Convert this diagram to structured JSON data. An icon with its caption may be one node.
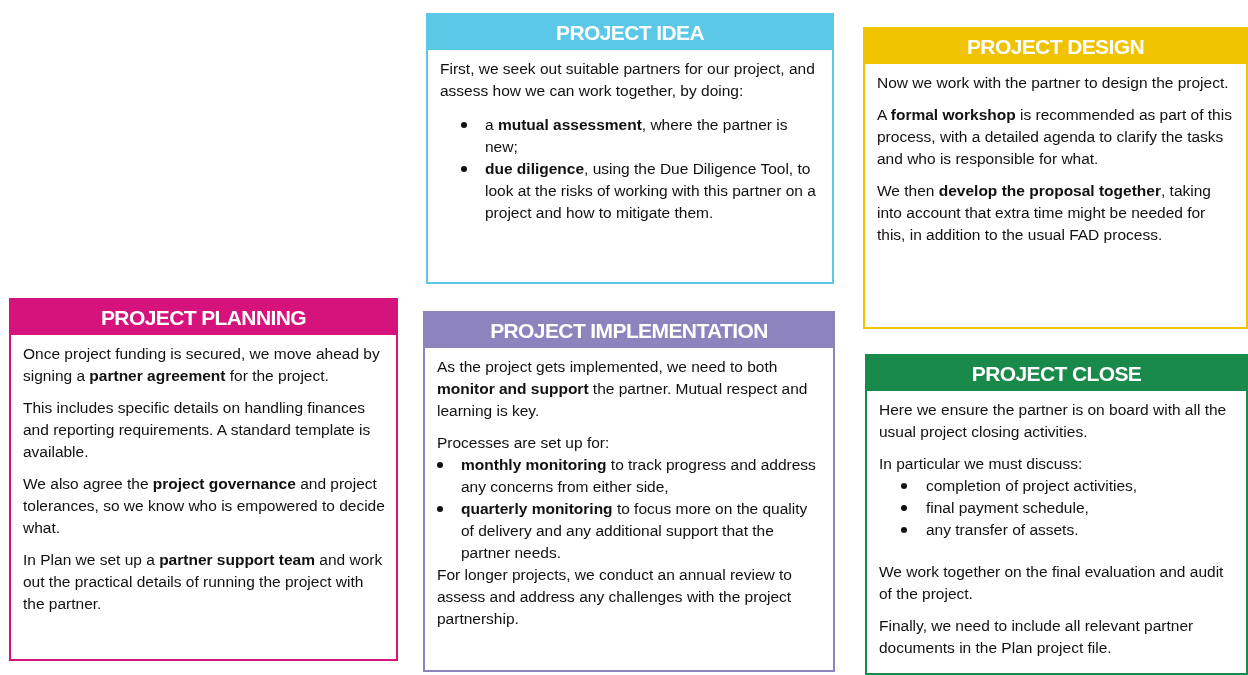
{
  "diagram": {
    "nodes": [
      {
        "text": [
          "PROJECT IDEA",
          "First, we seek out suitable partners for our project, and assess how we can work together, by doing:",
          "a **mutual assessment**, where the partner is new;",
          "**due diligence**, using the Due Diligence Tool, to look at the risks of working with this partner on a project and how to mitigate them."
        ]
      },
      {
        "text": [
          "PROJECT DESIGN",
          "Now we work with the partner to design the project.",
          "A **formal workshop** is recommended as part of this process, with a detailed agenda to clarify the tasks and who is responsible for what.",
          "We then **develop the proposal together**, taking into account that extra time might be needed for this, in addition to the usual FAD process."
        ]
      },
      {
        "text": [
          "PROJECT PLANNING",
          "Once project funding is secured, we move ahead by signing a **partner agreement** for the project.",
          "This includes specific details on handling finances and reporting requirements. A standard template is available.",
          "We also agree the **project governance** and project tolerances, so we know who is empowered to decide what.",
          "In Plan we set up a **partner support team** and work out the practical details of running the project with the partner."
        ]
      },
      {
        "text": [
          "PROJECT IMPLEMENTATION",
          "As the project gets implemented, we need to both **monitor and support** the partner. Mutual respect and learning is key.",
          "Processes are set up for:",
          "**monthly monitoring** to track progress and address any concerns from either side,",
          "**quarterly monitoring** to focus more on the quality of delivery and any additional support that the partner needs.",
          "For longer projects, we conduct an annual review to assess and address any challenges with the project partnership."
        ]
      },
      {
        "text": [
          "PROJECT CLOSE",
          "Here we ensure the partner is on board with all the usual project closing activities.",
          "In particular we must discuss:",
          "completion of project activities,",
          "final payment schedule,",
          "any transfer of assets.",
          "We work together on the final evaluation and audit of the project.",
          "Finally, we need to include all relevant partner documents in the Plan project file."
        ]
      }
    ]
  }
}
